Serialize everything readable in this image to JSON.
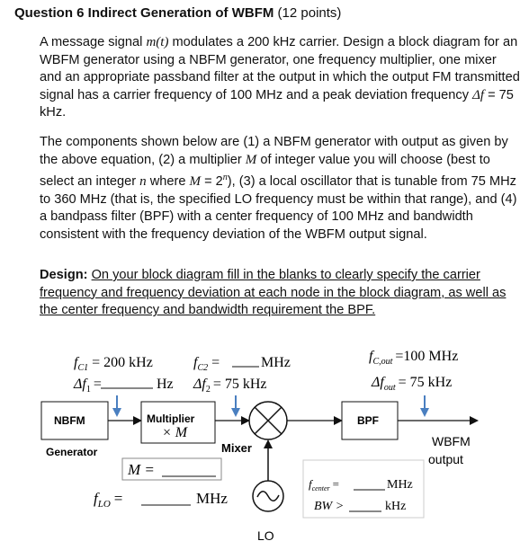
{
  "question": {
    "title": "Question 6 Indirect Generation of WBFM",
    "points": "(12 points)"
  },
  "para1": {
    "t1": "A message signal ",
    "m_sym": "m(t)",
    "t2": " modulates a 200 kHz carrier.  Design a block diagram for an WBFM generator using a NBFM generator, one frequency multiplier, one mixer and an appropriate passband filter at the output in which the output FM transmitted signal has a carrier frequency of 100 MHz and a peak deviation frequency ",
    "df": "Δf",
    "t3": " = 75 kHz."
  },
  "para2": {
    "t1": "The components shown below are (1) a NBFM generator with output as given by the above equation, (2) a multiplier ",
    "M": "M",
    "t2": " of integer value you will choose (best to select an integer ",
    "n": "n",
    "t3": " where ",
    "M2": "M",
    "t4": " = 2",
    "exp": "n",
    "t5": "), (3) a local oscillator that is tunable from 75 MHz to 360 MHz (that is, the specified LO frequency must be within that range), and (4) a bandpass filter (BPF) with a center frequency of 100 MHz and bandwidth consistent with the frequency deviation of the WBFM output signal."
  },
  "para3": {
    "label": "Design:",
    "text": "On your block diagram fill in the blanks to clearly specify the carrier frequency and frequency deviation at each node in the block diagram, as well as the center frequency and bandwidth requirement the BPF."
  },
  "diagram": {
    "fc1": "f",
    "fc1_sub": "C1",
    "fc1_val": "= 200 kHz",
    "df1": "Δf",
    "df1_sub": "1",
    "df1_eq": "=",
    "df1_unit": "Hz",
    "fc2": "f",
    "fc2_sub": "C2",
    "fc2_eq": "=",
    "fc2_unit": "MHz",
    "df2": "Δf",
    "df2_sub": "2",
    "df2_val": "= 75 kHz",
    "fcout": "f",
    "fcout_sub": "C,out",
    "fcout_val": "=100 MHz",
    "dfout": "Δf",
    "dfout_sub": "out",
    "dfout_val": "= 75 kHz",
    "nbfm": "NBFM",
    "generator": "Generator",
    "multiplier": "Multiplier",
    "times_m": "× M",
    "mixer": "Mixer",
    "bpf": "BPF",
    "m_eq": "M =",
    "flo": "f",
    "flo_sub": "LO",
    "flo_eq": "=",
    "flo_unit": "MHz",
    "fcenter": "f",
    "fcenter_sub": "center",
    "fcenter_eq": "=",
    "fcenter_unit": "MHz",
    "bw": "BW >",
    "bw_unit": "kHz",
    "wbfm": "WBFM",
    "output": "output",
    "lo": "LO"
  },
  "colors": {
    "arrow_blue": "#4a7fc0",
    "line": "#111111"
  }
}
